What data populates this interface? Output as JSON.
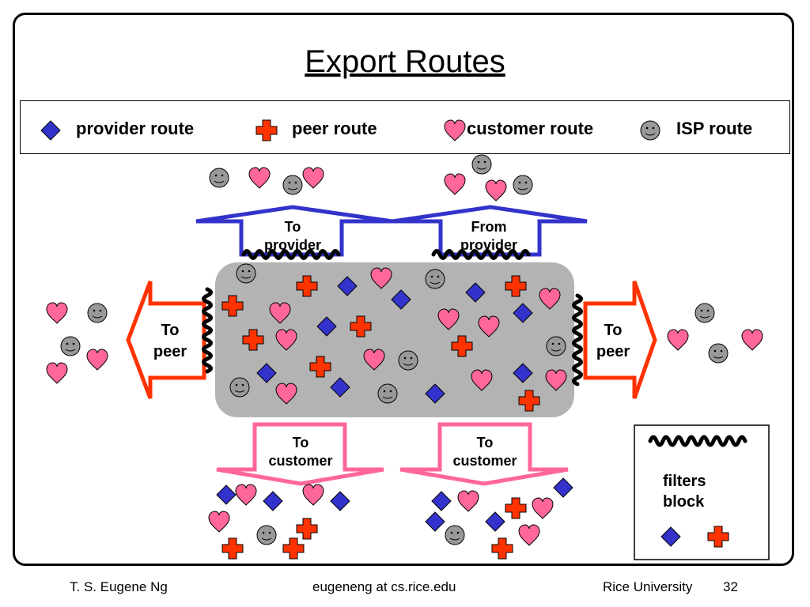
{
  "title": "Export Routes",
  "legend": {
    "provider_route": "provider route",
    "peer_route": "peer route",
    "customer_route": "customer route",
    "isp_route": "ISP route"
  },
  "arrows": {
    "to_provider": [
      "To",
      "provider"
    ],
    "from_provider": [
      "From",
      "provider"
    ],
    "to_peer_left": [
      "To",
      "peer"
    ],
    "to_peer_right": [
      "To",
      "peer"
    ],
    "to_customer_left": [
      "To",
      "customer"
    ],
    "to_customer_right": [
      "To",
      "customer"
    ]
  },
  "filter_legend": [
    "filters",
    "block"
  ],
  "footer": {
    "author": "T. S. Eugene Ng",
    "email": "eugeneng at cs.rice.edu",
    "institution": "Rice University",
    "page_number": "32"
  },
  "colors": {
    "provider": "#3333cc",
    "peer": "#ff3300",
    "customer": "#ff6699",
    "isp": "#999999",
    "customer_arrow": "#ff6699",
    "peer_arrow": "#ff3300",
    "provider_arrow": "#3333cc",
    "cloud": "#b3b3b3"
  }
}
